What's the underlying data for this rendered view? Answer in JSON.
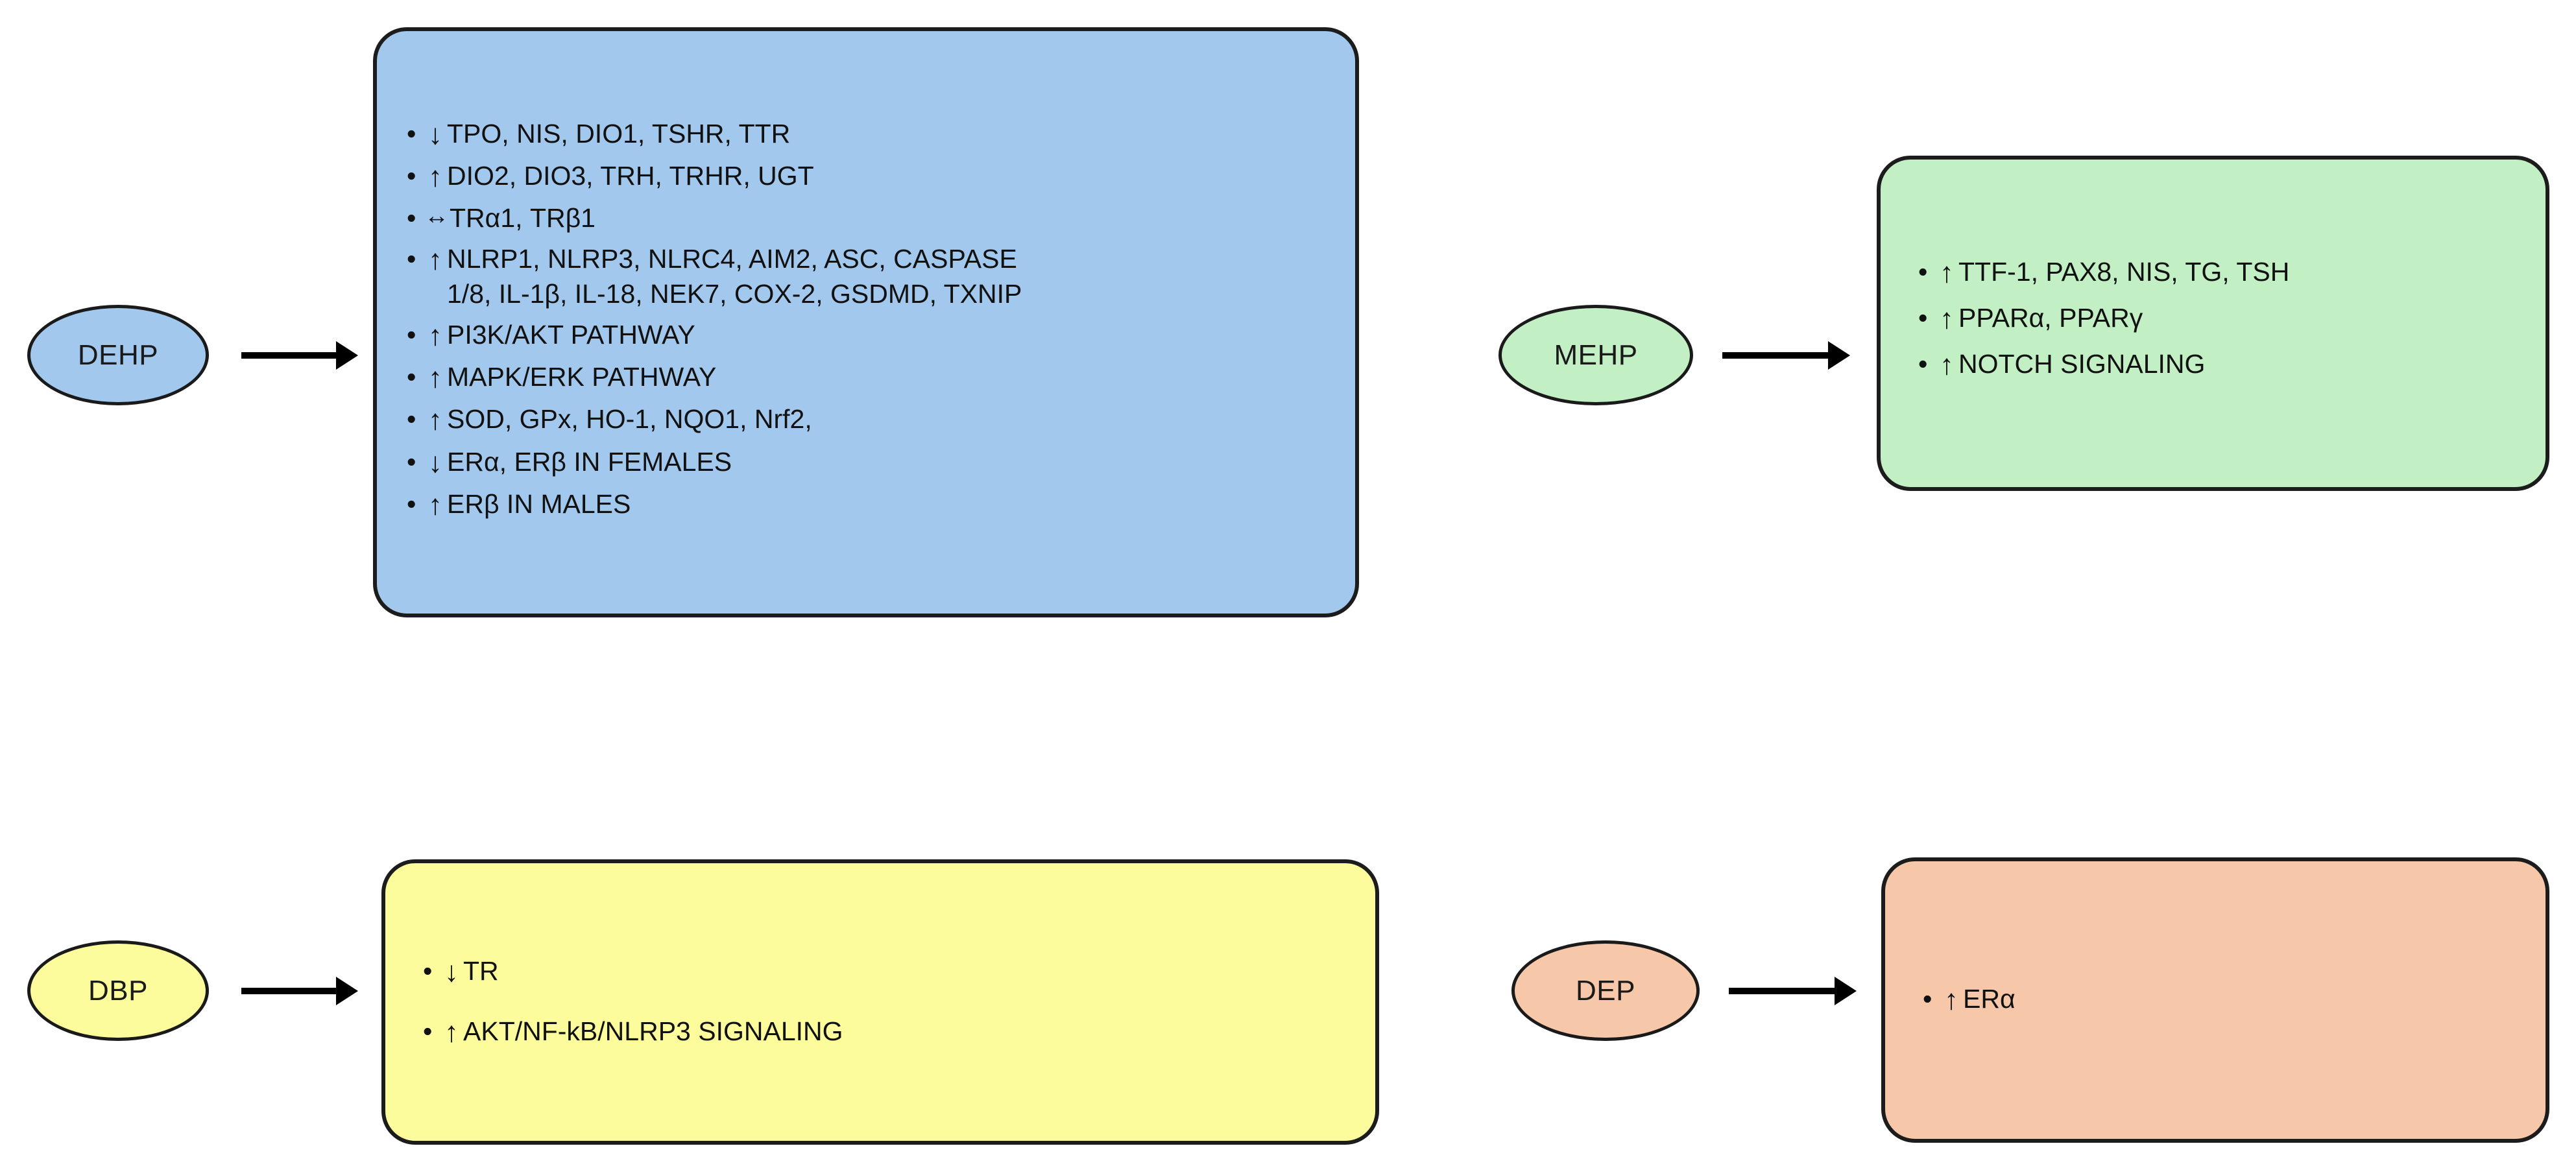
{
  "figure": {
    "type": "flow-diagram",
    "description": "Phthalate exposure to molecular effect panels"
  },
  "colors": {
    "blue_fill": "#a2c8ed",
    "green_fill": "#c2f0c4",
    "yellow_fill": "#fcfc9c",
    "salmon_fill": "#f6c8a9",
    "outline": "#1c1c1c",
    "arrow": "#000000",
    "text": "#111111",
    "background": "#ffffff"
  },
  "glyphs": {
    "bullet": "•",
    "up": "↑",
    "down": "↓",
    "both": "↔"
  },
  "groups": [
    {
      "id": "dehp",
      "node_label": "DEHP",
      "color": "blue",
      "items": [
        {
          "dir": "down",
          "text": "TPO, NIS, DIO1, TSHR, TTR"
        },
        {
          "dir": "up",
          "text": "DIO2, DIO3, TRH, TRHR, UGT"
        },
        {
          "dir": "both",
          "text": "TRα1, TRβ1"
        },
        {
          "dir": "up",
          "text": "NLRP1, NLRP3, NLRC4, AIM2, ASC, CASPASE\n1/8, IL-1β, IL-18, NEK7, COX-2, GSDMD, TXNIP"
        },
        {
          "dir": "up",
          "text": "PI3K/AKT PATHWAY"
        },
        {
          "dir": "up",
          "text": "MAPK/ERK PATHWAY"
        },
        {
          "dir": "up",
          "text": "SOD, GPx, HO-1, NQO1, Nrf2,"
        },
        {
          "dir": "down",
          "text": "ERα, ERβ IN FEMALES"
        },
        {
          "dir": "up",
          "text": "ERβ IN MALES"
        }
      ]
    },
    {
      "id": "mehp",
      "node_label": "MEHP",
      "color": "green",
      "items": [
        {
          "dir": "up",
          "text": "TTF-1, PAX8, NIS, TG, TSH"
        },
        {
          "dir": "up",
          "text": "PPARα, PPARγ"
        },
        {
          "dir": "up",
          "text": "NOTCH SIGNALING"
        }
      ]
    },
    {
      "id": "dbp",
      "node_label": "DBP",
      "color": "yellow",
      "items": [
        {
          "dir": "down",
          "text": "TR"
        },
        {
          "dir": "up",
          "text": "AKT/NF-kB/NLRP3 SIGNALING"
        }
      ]
    },
    {
      "id": "dep",
      "node_label": "DEP",
      "color": "salmon",
      "items": [
        {
          "dir": "up",
          "text": "ERα"
        }
      ]
    }
  ]
}
